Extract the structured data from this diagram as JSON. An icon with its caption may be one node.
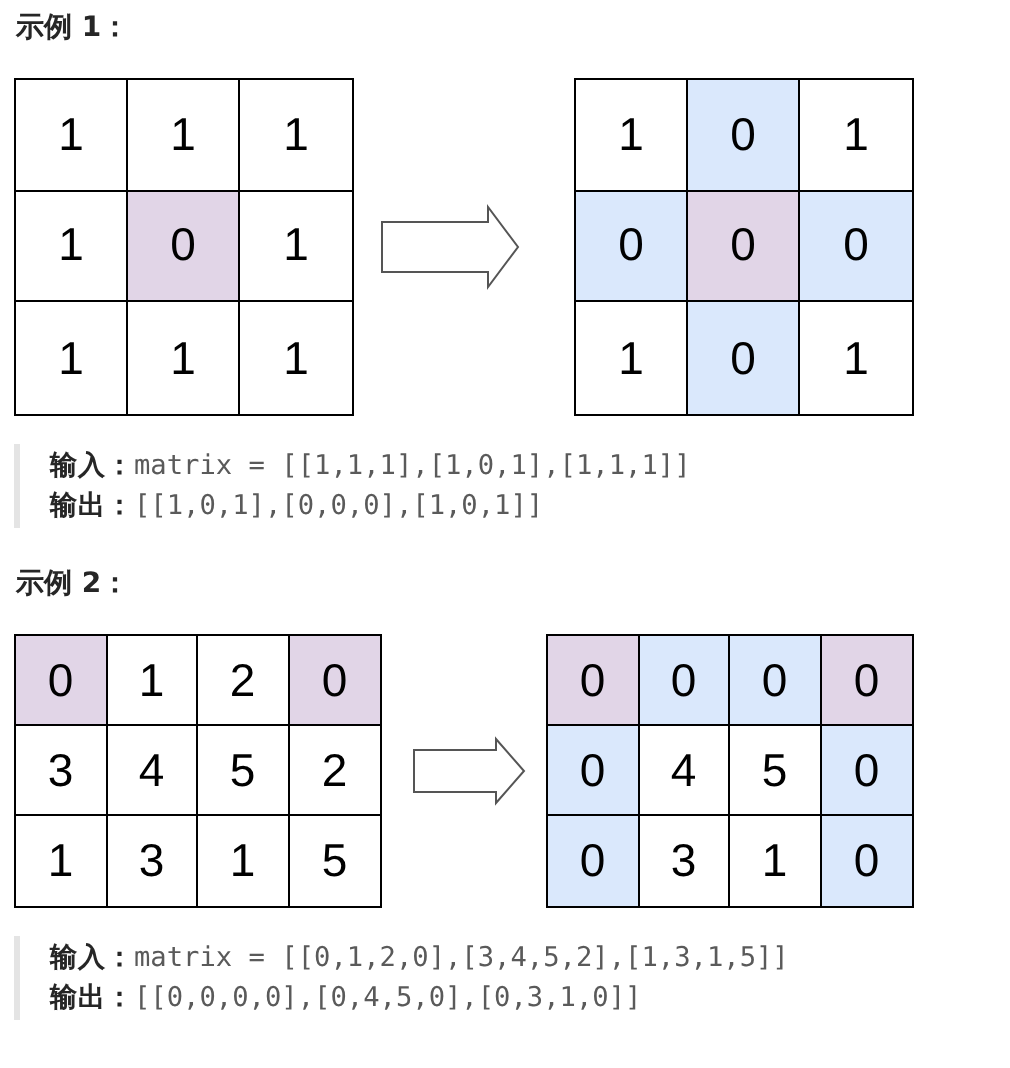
{
  "diagram": {
    "nodes": [
      {
        "text": [],
        "shape": "box"
      },
      {
        "text": [
          "1"
        ],
        "in": 0
      },
      {
        "text": [
          "1"
        ],
        "in": 0
      },
      {
        "text": [
          "1"
        ],
        "in": 0
      },
      {
        "text": [
          "1"
        ],
        "in": 0
      },
      {
        "text": [
          "0"
        ],
        "in": 0
      },
      {
        "text": [
          "1"
        ],
        "in": 0
      },
      {
        "text": [
          "1"
        ],
        "in": 0
      },
      {
        "text": [
          "1"
        ],
        "in": 0
      },
      {
        "text": [
          "1"
        ],
        "in": 0
      },
      {
        "text": [],
        "shape": "box"
      },
      {
        "text": [
          "1"
        ],
        "in": 10
      },
      {
        "text": [
          "0"
        ],
        "in": 10
      },
      {
        "text": [
          "1"
        ],
        "in": 10
      },
      {
        "text": [
          "0"
        ],
        "in": 10
      },
      {
        "text": [
          "0"
        ],
        "in": 10
      },
      {
        "text": [
          "0"
        ],
        "in": 10
      },
      {
        "text": [
          "1"
        ],
        "in": 10
      },
      {
        "text": [
          "0"
        ],
        "in": 10
      },
      {
        "text": [
          "1"
        ],
        "in": 10
      },
      {
        "text": [],
        "shape": "box"
      },
      {
        "text": [
          "0"
        ],
        "in": 20
      },
      {
        "text": [
          "1"
        ],
        "in": 20
      },
      {
        "text": [
          "2"
        ],
        "in": 20
      },
      {
        "text": [
          "0"
        ],
        "in": 20
      },
      {
        "text": [
          "3"
        ],
        "in": 20
      },
      {
        "text": [
          "4"
        ],
        "in": 20
      },
      {
        "text": [
          "5"
        ],
        "in": 20
      },
      {
        "text": [
          "2"
        ],
        "in": 20
      },
      {
        "text": [
          "1"
        ],
        "in": 20
      },
      {
        "text": [
          "3"
        ],
        "in": 20
      },
      {
        "text": [
          "1"
        ],
        "in": 20
      },
      {
        "text": [
          "5"
        ],
        "in": 20
      },
      {
        "text": [],
        "shape": "box"
      },
      {
        "text": [
          "0"
        ],
        "in": 33
      },
      {
        "text": [
          "0"
        ],
        "in": 33
      },
      {
        "text": [
          "0"
        ],
        "in": 33
      },
      {
        "text": [
          "0"
        ],
        "in": 33
      },
      {
        "text": [
          "0"
        ],
        "in": 33
      },
      {
        "text": [
          "4"
        ],
        "in": 33
      },
      {
        "text": [
          "5"
        ],
        "in": 33
      },
      {
        "text": [
          "0"
        ],
        "in": 33
      },
      {
        "text": [
          "0"
        ],
        "in": 33
      },
      {
        "text": [
          "3"
        ],
        "in": 33
      },
      {
        "text": [
          "1"
        ],
        "in": 33
      },
      {
        "text": [
          "0"
        ],
        "in": 33
      }
    ],
    "edges": [
      {
        "from": 0,
        "to": 10,
        "arrow": "to"
      },
      {
        "from": 20,
        "to": 33,
        "arrow": "to"
      }
    ],
    "labels": [
      "示例 1：",
      "**输入：**matrix = [[1,1,1],[1,0,1],[1,1,1]]",
      "**输出：**[[1,0,1],[0,0,0],[1,0,1]]",
      "示例 2：",
      "**输入：**matrix = [[0,1,2,0],[3,4,5,2],[1,3,1,5]]",
      "**输出：**[[0,0,0,0],[0,4,5,0],[0,3,1,0]]"
    ]
  }
}
